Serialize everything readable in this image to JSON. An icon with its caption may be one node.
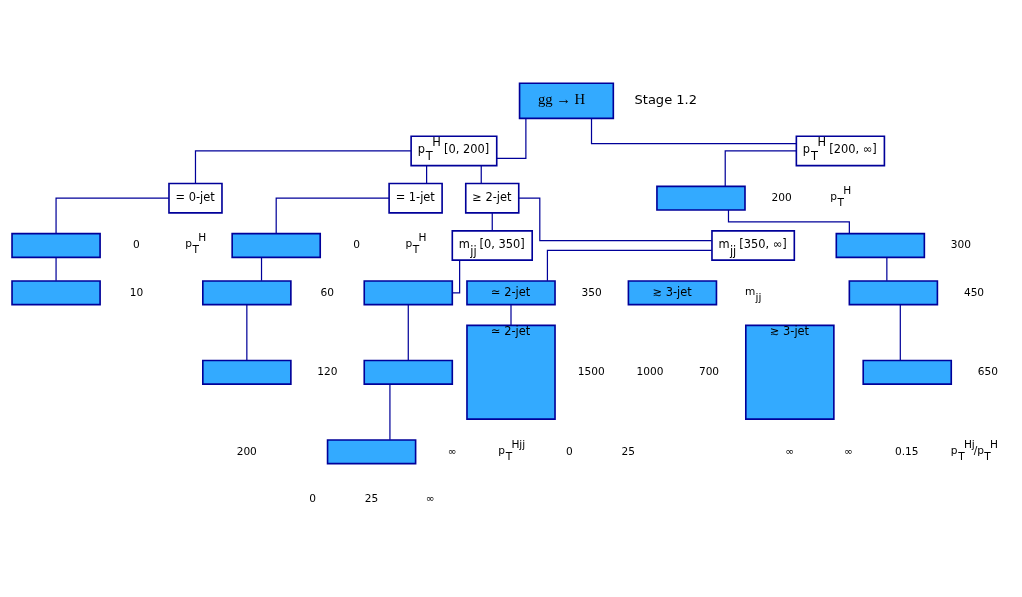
{
  "diagram": {
    "nodes": [
      {
        "text": [
          "gg → H"
        ]
      },
      {
        "text": [
          "p$_{T}$$^{H}$ [0, 200]"
        ]
      },
      {
        "text": [
          "p$_{T}$$^{H}$ [200, ∞]"
        ]
      },
      {
        "text": [
          "= 0-jet"
        ]
      },
      {
        "text": [
          "= 1-jet"
        ]
      },
      {
        "text": [
          "≥ 2-jet"
        ]
      },
      {
        "text": [
          "m$_{jj}$ [0, 350]"
        ]
      },
      {
        "text": [
          "m$_{jj}$ [350, ∞]"
        ]
      },
      {
        "text": [],
        "shape": "box"
      },
      {
        "text": [],
        "shape": "box"
      },
      {
        "text": [],
        "shape": "box"
      },
      {
        "text": [],
        "shape": "box"
      },
      {
        "text": [],
        "shape": "box"
      },
      {
        "text": [],
        "shape": "box"
      },
      {
        "text": [],
        "shape": "box"
      },
      {
        "text": [],
        "shape": "box"
      },
      {
        "text": [
          "≃ 2-jet"
        ]
      },
      {
        "text": [
          "≳ 3-jet"
        ]
      },
      {
        "text": [
          "≃ 2-jet"
        ]
      },
      {
        "text": [
          "≳ 3-jet"
        ]
      },
      {
        "text": [],
        "shape": "box"
      },
      {
        "text": [],
        "shape": "box"
      },
      {
        "text": [],
        "shape": "box"
      },
      {
        "text": [],
        "shape": "box"
      }
    ],
    "edges": [
      {
        "from": 0,
        "to": 1,
        "arrow": "none"
      },
      {
        "from": 0,
        "to": 2,
        "arrow": "none"
      },
      {
        "from": 1,
        "to": 3,
        "arrow": "none"
      },
      {
        "from": 1,
        "to": 4,
        "arrow": "none"
      },
      {
        "from": 1,
        "to": 5,
        "arrow": "none"
      },
      {
        "from": 5,
        "to": 6,
        "arrow": "none"
      },
      {
        "from": 5,
        "to": 7,
        "arrow": "none"
      },
      {
        "from": 3,
        "to": 8,
        "arrow": "none"
      },
      {
        "from": 8,
        "to": 9,
        "arrow": "none"
      },
      {
        "from": 4,
        "to": 10,
        "arrow": "none"
      },
      {
        "from": 10,
        "to": 11,
        "arrow": "none"
      },
      {
        "from": 11,
        "to": 12,
        "arrow": "none"
      },
      {
        "from": 6,
        "to": 13,
        "arrow": "none"
      },
      {
        "from": 13,
        "to": 14,
        "arrow": "none"
      },
      {
        "from": 14,
        "to": 15,
        "arrow": "none"
      },
      {
        "from": 7,
        "to": 16,
        "arrow": "none"
      },
      {
        "from": 16,
        "to": 18,
        "arrow": "none"
      },
      {
        "from": 2,
        "to": 20,
        "arrow": "none"
      },
      {
        "from": 20,
        "to": 21,
        "arrow": "none"
      },
      {
        "from": 21,
        "to": 22,
        "arrow": "none"
      },
      {
        "from": 22,
        "to": 23,
        "arrow": "none"
      }
    ],
    "labels": [
      "Stage 1.2",
      "p$_{T}$$^{H}$",
      "0",
      "10",
      "p$_{T}$$^{H}$",
      "0",
      "60",
      "120",
      "200",
      "0",
      "25",
      "∞",
      "m$_{jj}$",
      "350",
      "700",
      "1000",
      "1500",
      "∞",
      "p$_{T}$$^{Hjj}$",
      "0",
      "25",
      "∞",
      "p$_{T}$$^{H}$",
      "200",
      "300",
      "450",
      "650",
      "∞",
      "0.15",
      "p$_{T}$$^{Hj}$/p$_{T}$$^{H}$"
    ]
  }
}
